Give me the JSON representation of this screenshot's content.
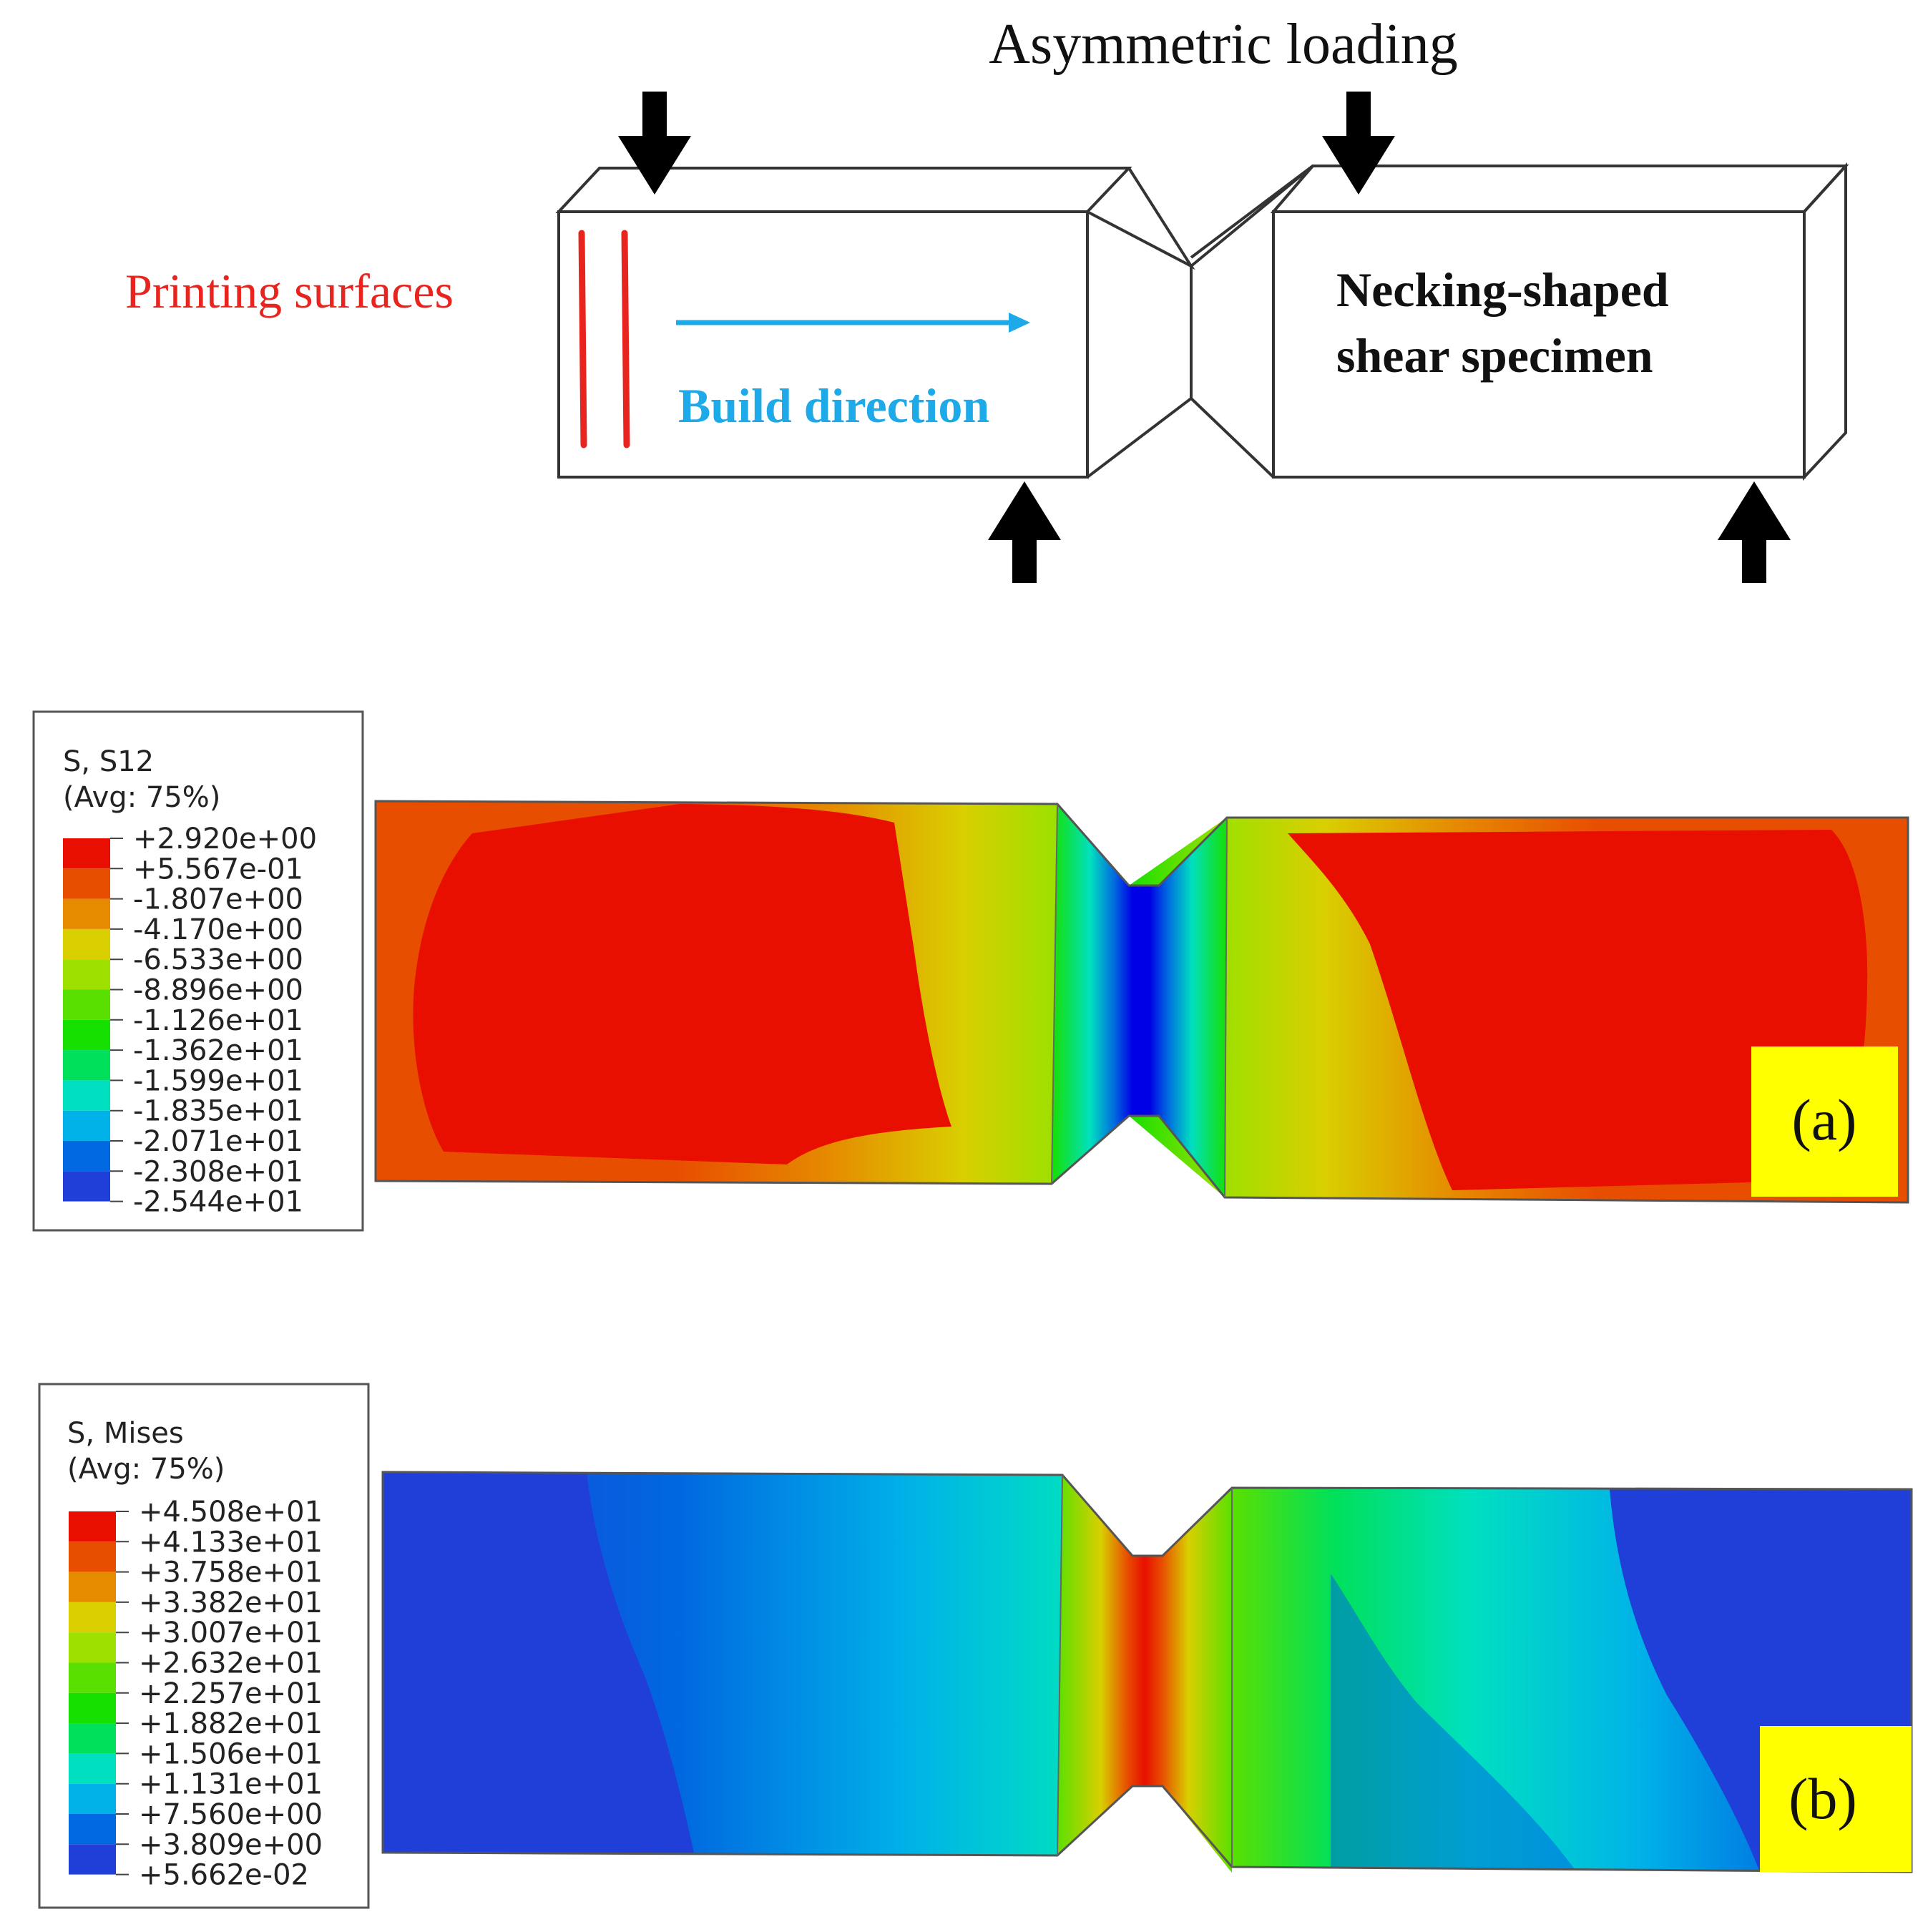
{
  "schematic": {
    "title": "Asymmetric loading",
    "printing_label": "Printing surfaces",
    "build_label": "Build direction",
    "specimen_label_line1": "Necking-shaped",
    "specimen_label_line2": "shear specimen",
    "colors": {
      "printing": "#e8241e",
      "build": "#1ea9e8",
      "text": "#111111",
      "outline": "#333333"
    }
  },
  "panels": [
    {
      "id": "a",
      "panel_label": "(a)",
      "legend": {
        "title_line1": "S, S12",
        "title_line2": "(Avg: 75%)",
        "values": [
          "+2.920e+00",
          "+5.567e-01",
          "-1.807e+00",
          "-4.170e+00",
          "-6.533e+00",
          "-8.896e+00",
          "-1.126e+01",
          "-1.362e+01",
          "-1.599e+01",
          "-1.835e+01",
          "-2.071e+01",
          "-2.308e+01",
          "-2.544e+01"
        ],
        "colors_top_to_bottom": [
          "#e80f00",
          "#e84e00",
          "#e68a00",
          "#d9cf00",
          "#9ee000",
          "#5ae000",
          "#16e000",
          "#00e05a",
          "#00e0c0",
          "#00b2e8",
          "#0068e0",
          "#1f3fd8",
          "#0000e6"
        ]
      }
    },
    {
      "id": "b",
      "panel_label": "(b)",
      "legend": {
        "title_line1": "S, Mises",
        "title_line2": "(Avg: 75%)",
        "values": [
          "+4.508e+01",
          "+4.133e+01",
          "+3.758e+01",
          "+3.382e+01",
          "+3.007e+01",
          "+2.632e+01",
          "+2.257e+01",
          "+1.882e+01",
          "+1.506e+01",
          "+1.131e+01",
          "+7.560e+00",
          "+3.809e+00",
          "+5.662e-02"
        ],
        "colors_top_to_bottom": [
          "#e80f00",
          "#e84e00",
          "#e68a00",
          "#d9cf00",
          "#9ee000",
          "#5ae000",
          "#16e000",
          "#00e05a",
          "#00e0c0",
          "#00b2e8",
          "#0068e0",
          "#1f3fd8",
          "#0000e6"
        ]
      }
    }
  ]
}
